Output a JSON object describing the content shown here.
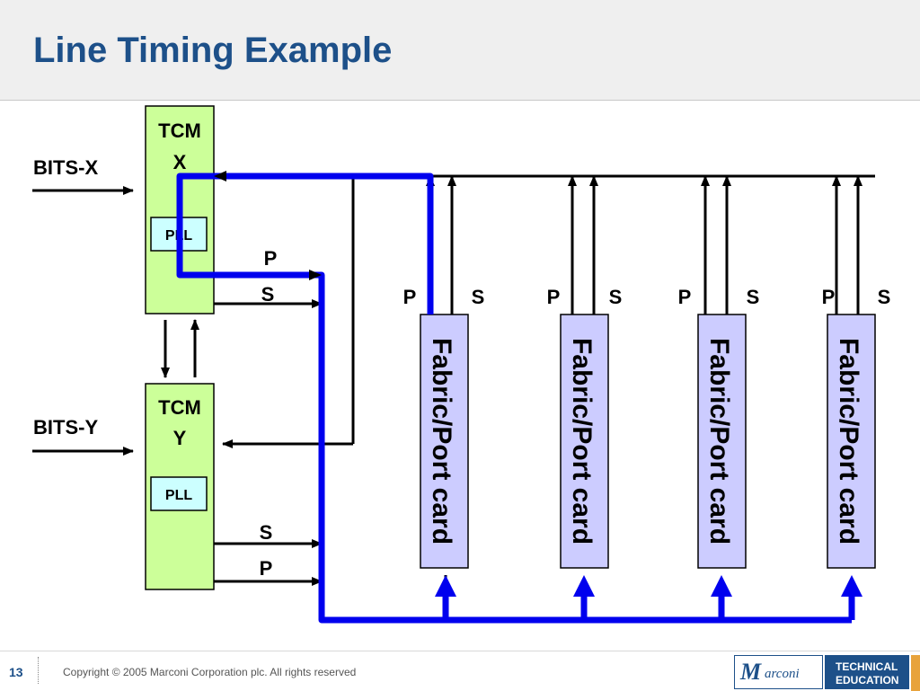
{
  "title": "Line Timing Example",
  "tcm_x": {
    "line1": "TCM",
    "line2": "X",
    "pll": "PLL",
    "input_label": "BITS-X"
  },
  "tcm_y": {
    "line1": "TCM",
    "line2": "Y",
    "pll": "PLL",
    "input_label": "BITS-Y"
  },
  "tcm_x_outputs": {
    "top": "P",
    "bottom": "S"
  },
  "tcm_y_outputs": {
    "top": "S",
    "bottom": "P"
  },
  "cards": [
    {
      "label": "Fabric/Port card",
      "p": "P",
      "s": "S"
    },
    {
      "label": "Fabric/Port card",
      "p": "P",
      "s": "S"
    },
    {
      "label": "Fabric/Port card",
      "p": "P",
      "s": "S"
    },
    {
      "label": "Fabric/Port card",
      "p": "P",
      "s": "S"
    }
  ],
  "colors": {
    "tcm_fill": "#ccff99",
    "pll_fill": "#ccffff",
    "card_fill": "#ccccff",
    "clock_path": "#0000ee",
    "title": "#1d5089"
  },
  "footer": {
    "page_number": "13",
    "copyright": "Copyright © 2005 Marconi Corporation plc. All rights reserved",
    "logo_mark": "M",
    "logo_text": "arconi",
    "badge_line1": "TECHNICAL",
    "badge_line2": "EDUCATION"
  }
}
